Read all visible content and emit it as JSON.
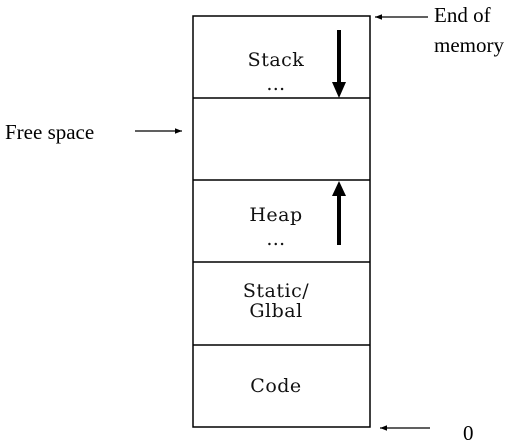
{
  "diagram": {
    "segments": [
      {
        "id": "stack",
        "line1": "Stack",
        "line2": "…",
        "arrow": "down"
      },
      {
        "id": "free",
        "line1": "",
        "line2": "",
        "arrow": "none"
      },
      {
        "id": "heap",
        "line1": "Heap",
        "line2": "…",
        "arrow": "up"
      },
      {
        "id": "static",
        "line1": "Static/",
        "line2": "Glbal",
        "arrow": "none"
      },
      {
        "id": "code",
        "line1": "Code",
        "line2": "",
        "arrow": "none"
      }
    ],
    "labels": {
      "end_line1": "End of",
      "end_line2": "memory",
      "free_space": "Free space",
      "zero": "0"
    }
  }
}
